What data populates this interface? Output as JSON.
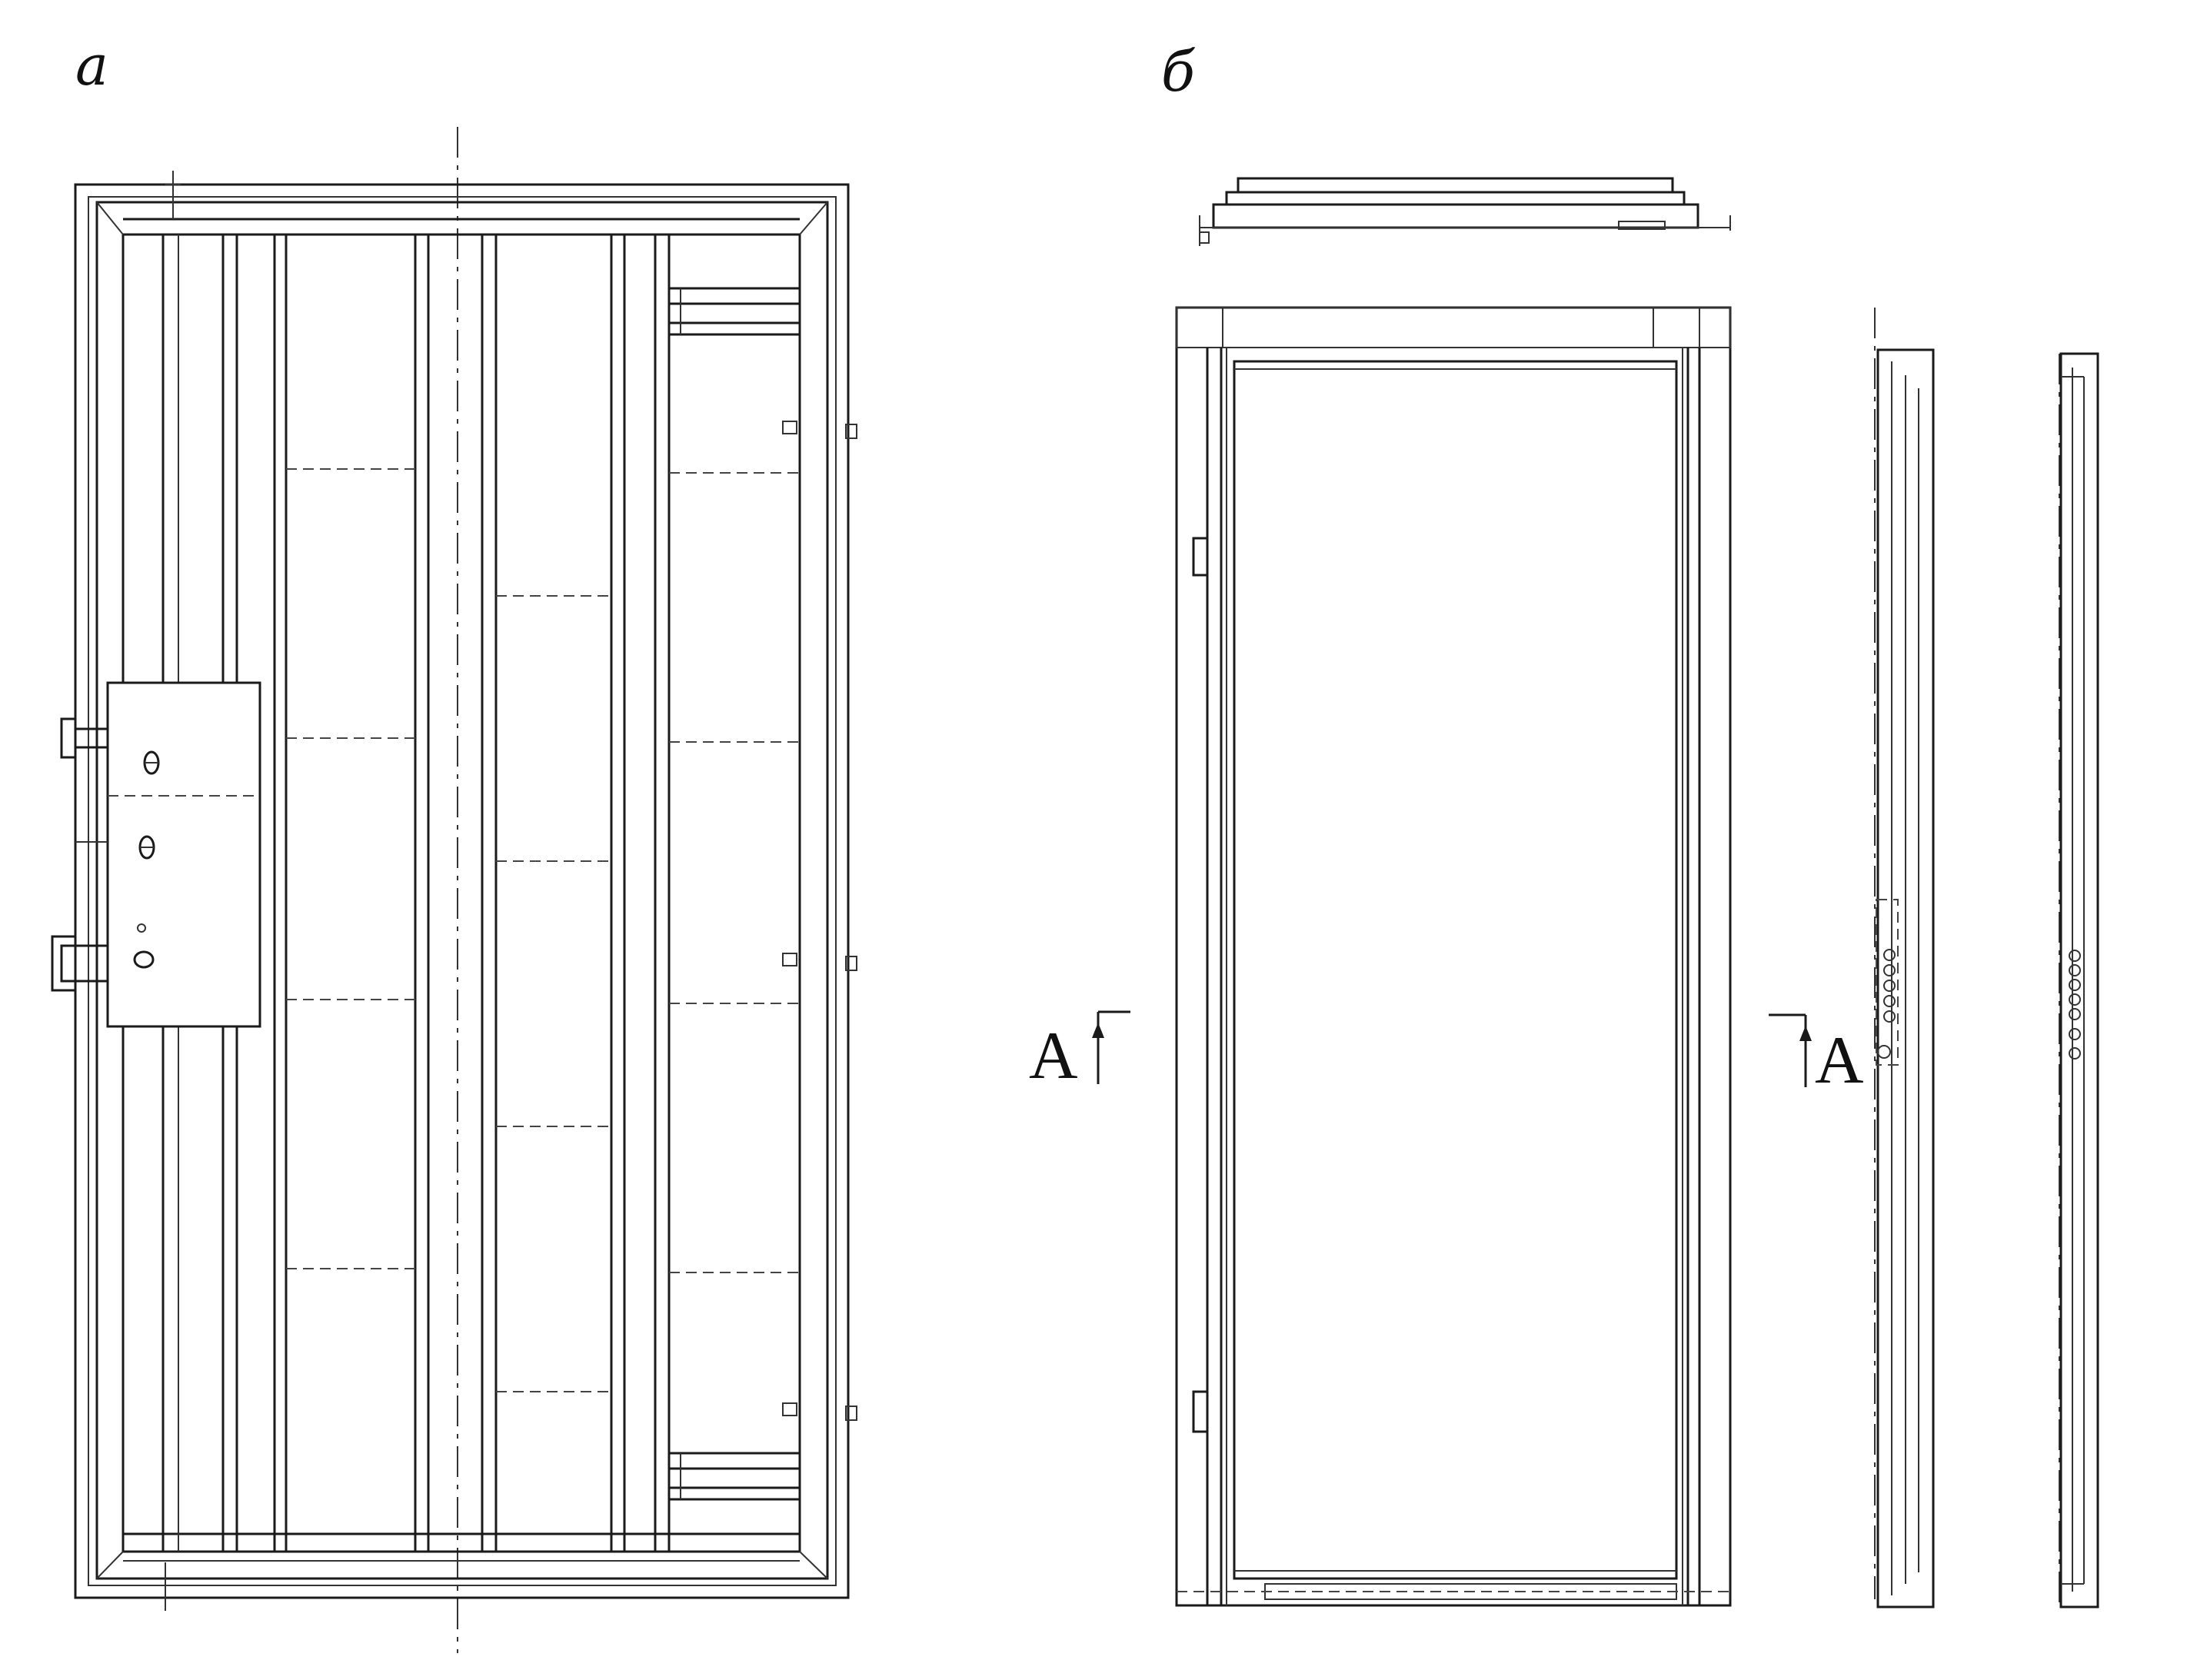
{
  "labels": {
    "panel_a": "а",
    "panel_b": "б",
    "section_left": "A",
    "section_right": "A"
  }
}
